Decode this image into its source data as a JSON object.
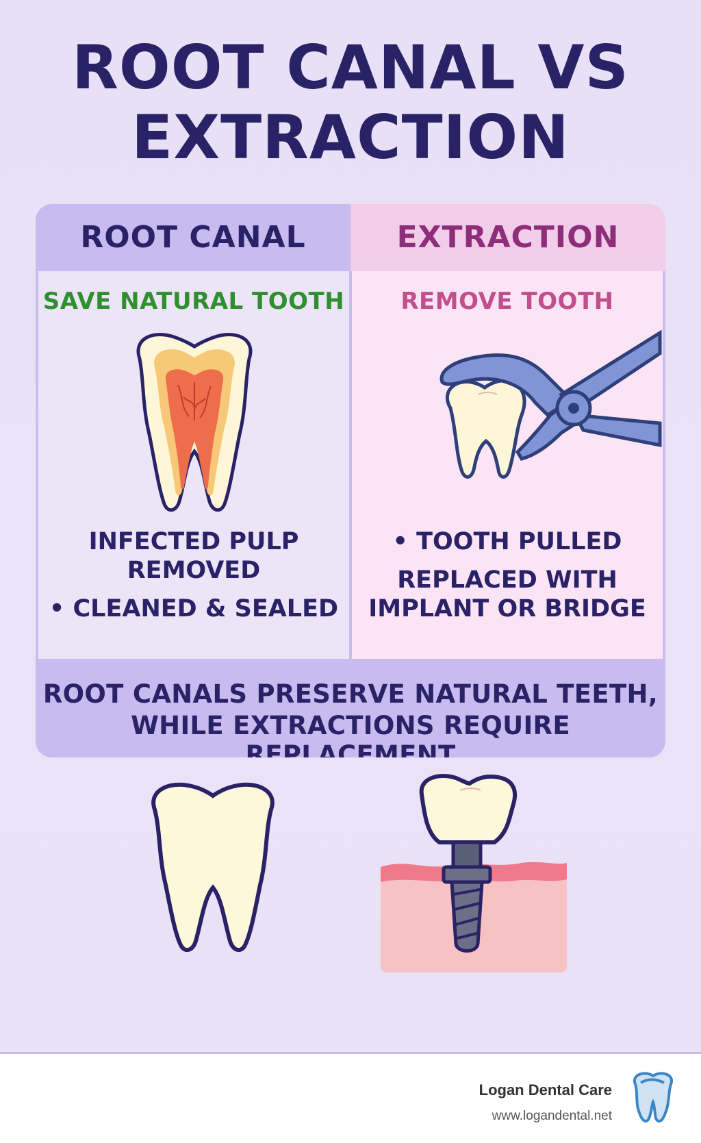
{
  "title": {
    "line1": "ROOT CANAL VS",
    "line2": "EXTRACTION"
  },
  "comparison": {
    "root_canal": {
      "heading": "ROOT CANAL",
      "subtitle": "SAVE NATURAL TOOTH",
      "points": [
        "INFECTED PULP",
        "REMOVED",
        "• CLEANED & SEALED"
      ]
    },
    "extraction": {
      "heading": "EXTRACTION",
      "subtitle": "REMOVE TOOTH",
      "points": [
        "• TOOTH PULLED",
        "REPLACED WITH",
        "IMPLANT OR BRIDGE"
      ]
    },
    "summary": {
      "line1": "ROOT CANALS PRESERVE NATURAL TEETH,",
      "line2": "WHILE EXTRACTIONS REQUIRE REPLACEMENT"
    }
  },
  "icons": {
    "root_canal": "tooth-cross-section-icon",
    "extraction": "forceps-pulling-tooth-icon",
    "natural_tooth": "natural-tooth-icon",
    "implant": "dental-implant-icon",
    "logo": "tooth-logo-icon"
  },
  "colors": {
    "title": "#2a2266",
    "root_canal_accent": "#2f8f2f",
    "extraction_accent": "#8e2e7a",
    "extraction_sub": "#c24f8d"
  },
  "footer": {
    "brand": "Logan Dental Care",
    "url": "www.logandental.net"
  }
}
